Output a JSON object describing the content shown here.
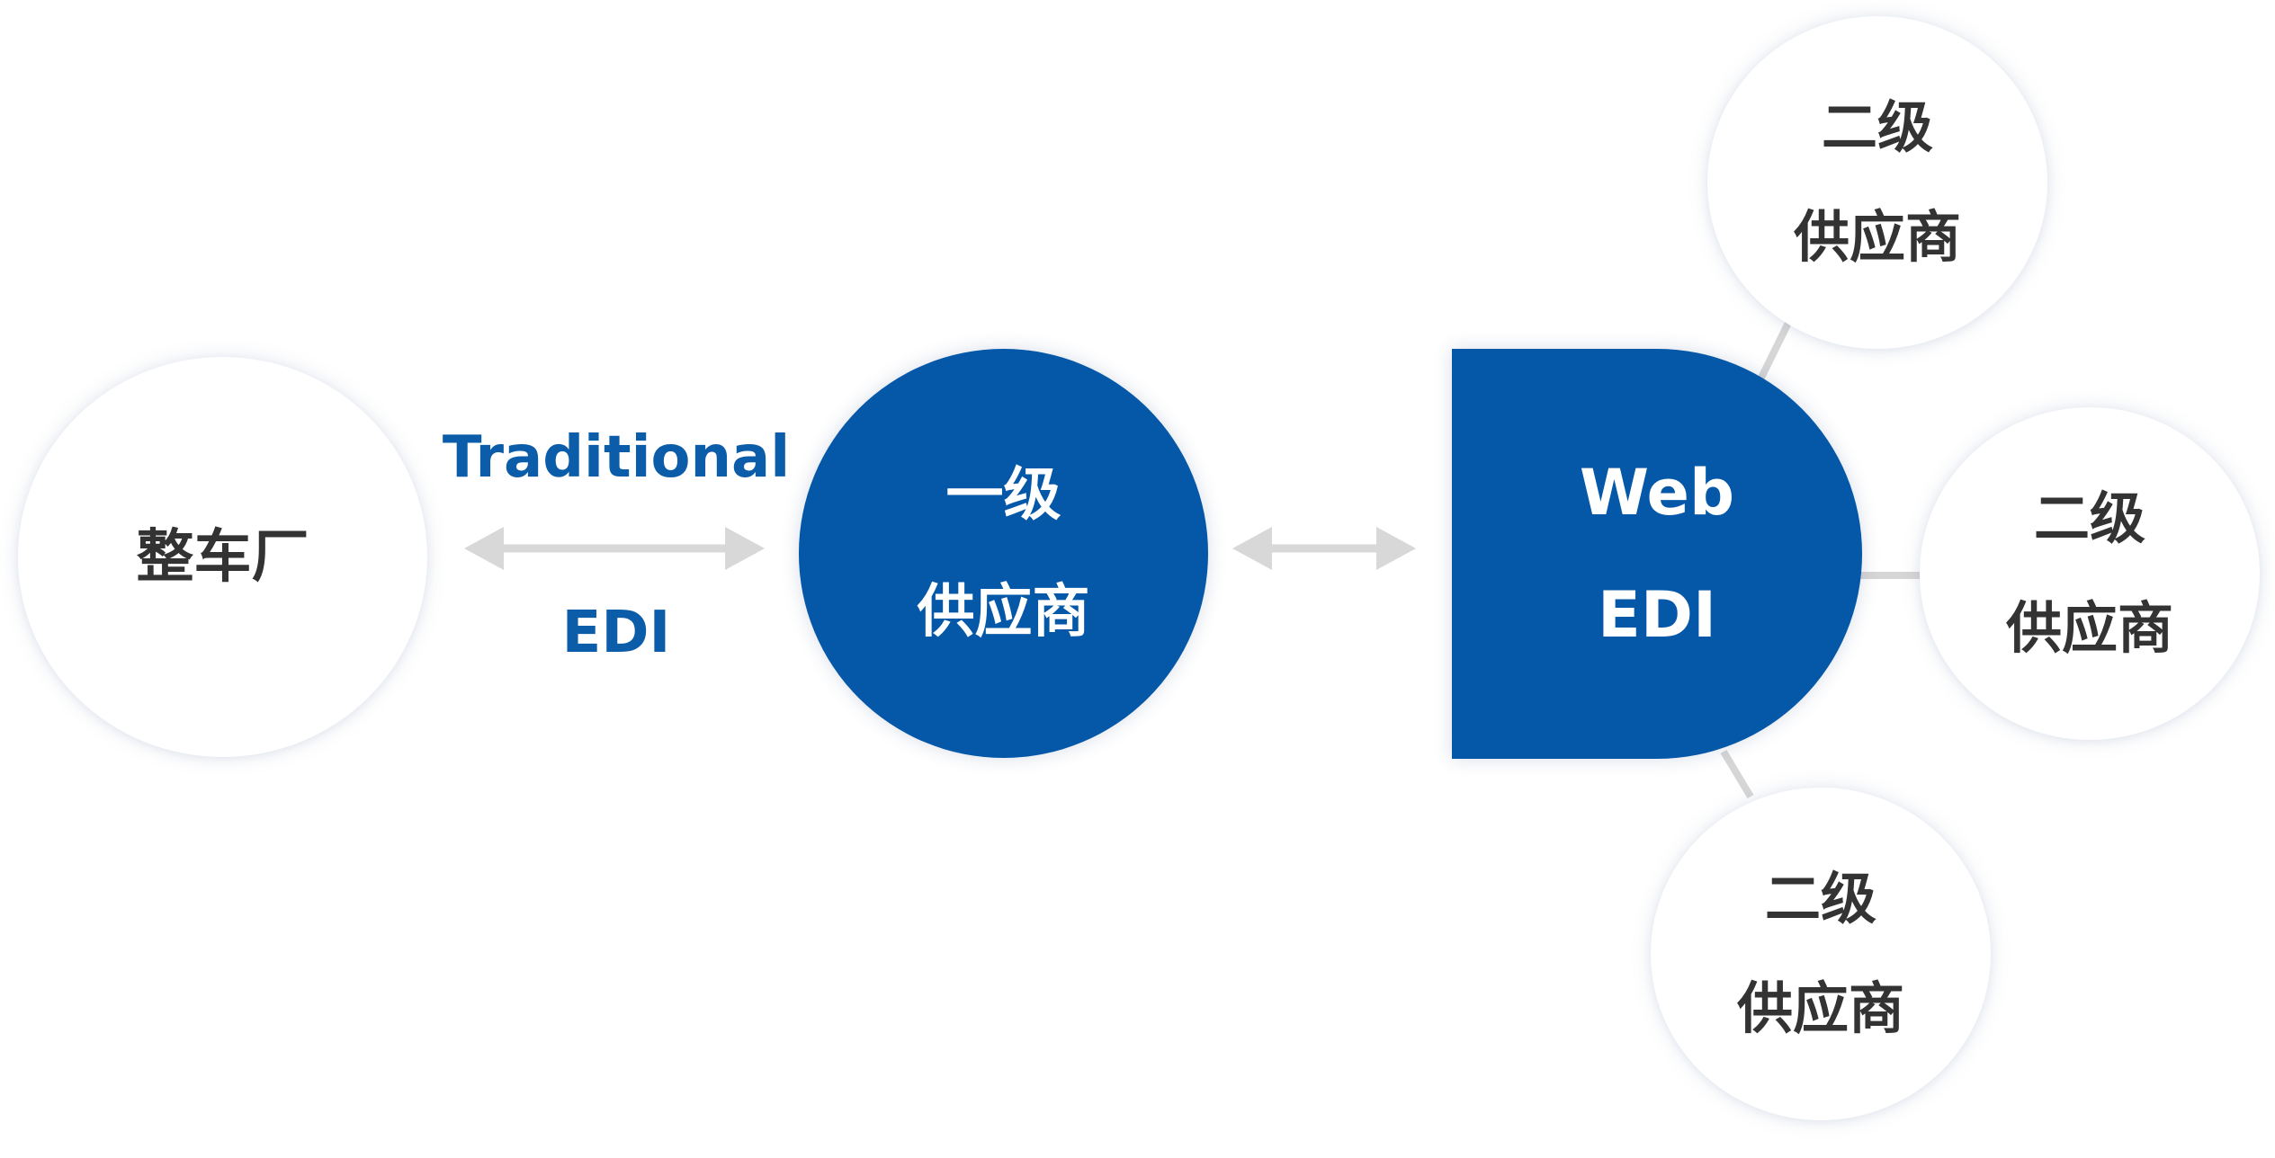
{
  "diagram": {
    "oem": {
      "label": "整车厂"
    },
    "tier1": {
      "line1": "一级",
      "line2": "供应商"
    },
    "edi_link": {
      "line1": "Traditional",
      "line2": "EDI"
    },
    "web_edi": {
      "line1": "Web",
      "line2": "EDI"
    },
    "tier2_top": {
      "line1": "二级",
      "line2": "供应商"
    },
    "tier2_right": {
      "line1": "二级",
      "line2": "供应商"
    },
    "tier2_bottom": {
      "line1": "二级",
      "line2": "供应商"
    }
  },
  "colors": {
    "primary_blue": "#0557a8",
    "label_blue": "#0b5ca9",
    "text_dark": "#333333",
    "connector_gray": "#d8d8d8",
    "background": "#ffffff"
  }
}
